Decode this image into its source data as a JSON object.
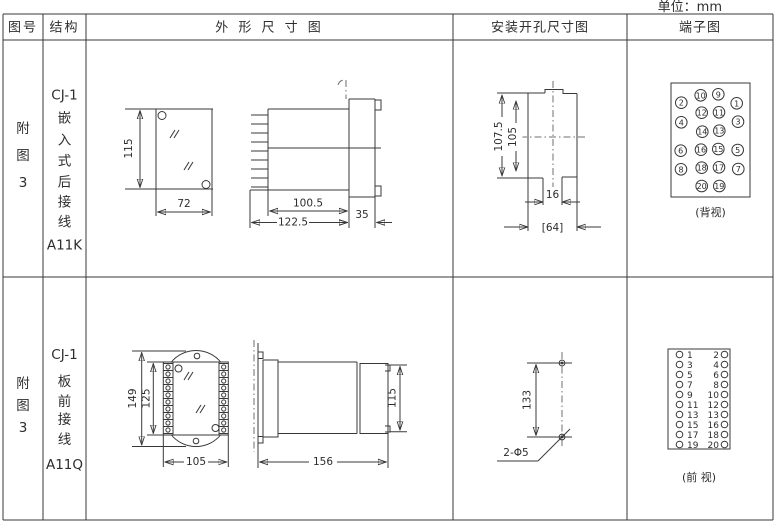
{
  "unit_label": "单位：mm",
  "header": {
    "figure": "图号",
    "structure": "结构",
    "outline": "外 形 尺 寸 图",
    "mounting": "安装开孔尺寸图",
    "terminal": "端子图"
  },
  "rows": [
    {
      "figure_no": [
        "附",
        "图",
        "3"
      ],
      "structure_lines": [
        "CJ-1",
        "嵌",
        "入",
        "式",
        "后",
        "接",
        "线",
        "A11K"
      ],
      "outline_dims": {
        "height": "115",
        "width": "72",
        "body_length": "100.5",
        "total_length": "122.5",
        "bezel_depth": "35"
      },
      "mounting_dims": {
        "cutout_height": "107.5",
        "inner_height": "105",
        "slot_width": "16",
        "cutout_width": "[64]"
      },
      "terminal": {
        "numbers": [
          "2",
          "10",
          "9",
          "1",
          "4",
          "12",
          "11",
          "3",
          "14",
          "13",
          "6",
          "16",
          "15",
          "5",
          "8",
          "18",
          "17",
          "7",
          "20",
          "19"
        ],
        "caption": "(背视)"
      }
    },
    {
      "figure_no": [
        "附",
        "图",
        "3"
      ],
      "structure_lines": [
        "CJ-1",
        "板",
        "前",
        "接",
        "线",
        "A11Q"
      ],
      "outline_dims": {
        "overall_height": "149",
        "body_height": "125",
        "width": "105",
        "total_length": "156",
        "rear_height": "115"
      },
      "mounting_dims": {
        "hole_distance": "133",
        "hole_spec": "2-Φ5"
      },
      "terminal": {
        "left_numbers": [
          "1",
          "3",
          "5",
          "7",
          "9",
          "11",
          "13",
          "15",
          "17",
          "19"
        ],
        "right_numbers": [
          "2",
          "4",
          "6",
          "8",
          "10",
          "12",
          "13",
          "16",
          "18",
          "20"
        ],
        "caption": "(前 视)"
      }
    }
  ]
}
